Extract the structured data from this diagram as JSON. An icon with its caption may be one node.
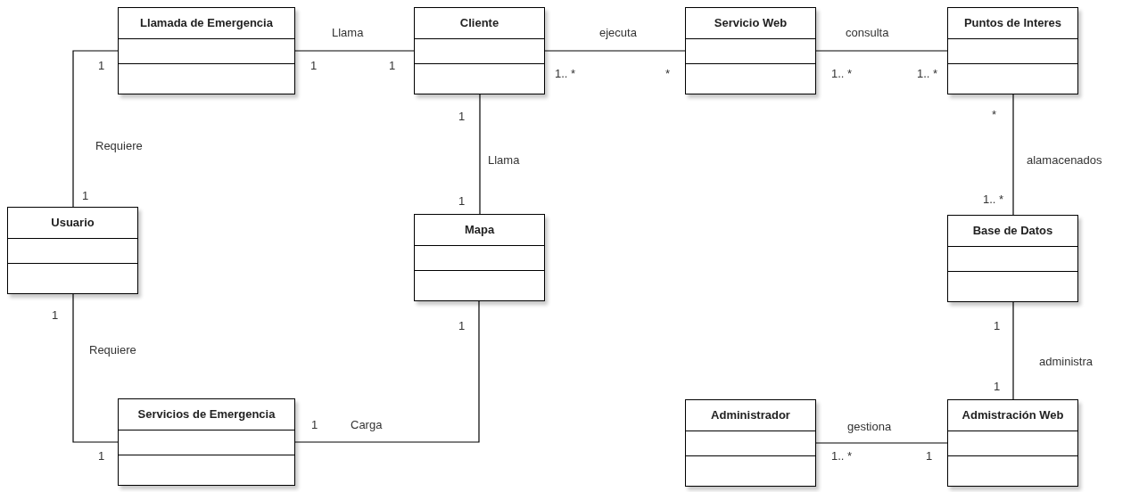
{
  "diagram": {
    "nodes": [
      {
        "text": [
          "Llamada de Emergencia"
        ]
      },
      {
        "text": [
          "Cliente"
        ]
      },
      {
        "text": [
          "Servicio Web"
        ]
      },
      {
        "text": [
          "Puntos de Interes"
        ]
      },
      {
        "text": [
          "Usuario"
        ]
      },
      {
        "text": [
          "Mapa"
        ]
      },
      {
        "text": [
          "Base de Datos"
        ]
      },
      {
        "text": [
          "Servicios de Emergencia"
        ]
      },
      {
        "text": [
          "Administrador"
        ]
      },
      {
        "text": [
          "Admistración Web"
        ]
      }
    ],
    "edges": [
      {
        "from": 4,
        "to": 0,
        "arrow": "none",
        "label": "Requiere"
      },
      {
        "from": 0,
        "to": 1,
        "arrow": "none",
        "label": "Llama"
      },
      {
        "from": 1,
        "to": 2,
        "arrow": "none",
        "label": "ejecuta"
      },
      {
        "from": 2,
        "to": 3,
        "arrow": "none",
        "label": "consulta"
      },
      {
        "from": 1,
        "to": 5,
        "arrow": "none",
        "label": "Llama"
      },
      {
        "from": 3,
        "to": 6,
        "arrow": "none",
        "label": "alamacenados"
      },
      {
        "from": 4,
        "to": 7,
        "arrow": "none",
        "label": "Requiere"
      },
      {
        "from": 5,
        "to": 7,
        "arrow": "none",
        "label": "Carga"
      },
      {
        "from": 6,
        "to": 9,
        "arrow": "none",
        "label": "administra"
      },
      {
        "from": 8,
        "to": 9,
        "arrow": "none",
        "label": "gestiona"
      }
    ],
    "labels": [
      "1",
      "1",
      "1",
      "1.. *",
      "*",
      "1.. *",
      "1.. *",
      "1",
      "*",
      "1",
      "1",
      "1.. *",
      "1",
      "1",
      "1",
      "1",
      "1",
      "1",
      "1.. *",
      "1"
    ]
  }
}
